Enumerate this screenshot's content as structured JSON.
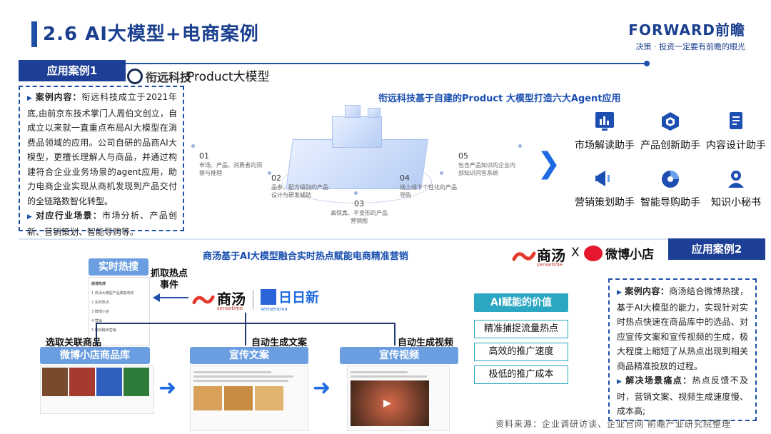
{
  "header": {
    "title": "2.6 AI大模型+电商案例",
    "brand_name": "FORWARD前瞻",
    "brand_slogan": "决策 · 投资一定要有前瞻的眼光"
  },
  "case1": {
    "tag": "应用案例1",
    "company_logo": "衔远科技",
    "product_label": "Product大模型",
    "content_label": "案例内容",
    "content_text": "衔远科技成立于2021年底,由前京东技术掌门人周伯文创立，自成立以来就一直重点布局AI大模型在消费品领域的应用。公司自研的品商AI大模型，更擅长理解人与商品，并通过构建符合企业业务场景的agent应用，助力电商企业实现从商机发现到产品交付的全链路数智化转型。",
    "scene_label": "对应行业场景",
    "scene_text": "市场分析、产品创新、营销策划、智能导购等。",
    "diagram_title": "衔远科技基于自建的Product 大模型打造六大Agent应用",
    "steps": [
      {
        "num": "01",
        "text": "市场、产品、消费者的洞察与推理"
      },
      {
        "num": "02",
        "text": "品参、配方级别的产品设计与研发辅助"
      },
      {
        "num": "03",
        "text": "高保真、不变形的产品营销图"
      },
      {
        "num": "04",
        "text": "线上线下个性化的产品导购"
      },
      {
        "num": "05",
        "text": "包含产品知识的企业内部知识问答系统"
      }
    ],
    "agents": [
      {
        "label": "市场解读助手",
        "icon": "bar-chart-icon"
      },
      {
        "label": "产品创新助手",
        "icon": "cube-icon"
      },
      {
        "label": "内容设计助手",
        "icon": "document-icon"
      },
      {
        "label": "营销策划助手",
        "icon": "megaphone-icon"
      },
      {
        "label": "智能导购助手",
        "icon": "pie-chart-icon"
      },
      {
        "label": "知识小秘书",
        "icon": "person-icon"
      }
    ]
  },
  "case2": {
    "tag": "应用案例2",
    "title": "商汤基于AI大模型融合实时热点赋能电商精准营销",
    "sensetime_logo": "商汤",
    "sensetime_sub": "sensetime",
    "x": "X",
    "weibo_logo": "微博小店",
    "hot_search": "实时热搜",
    "hot_list_title": "微博热搜",
    "hot_list_items": [
      "1 商汤大模型产品赋能电商",
      "2 实时热点",
      "3 微博小店",
      "4 营销",
      "5 电商精准营销"
    ],
    "capture_label": "抓取热点事件",
    "ririxin_logo": "日日新",
    "ririxin_sub": "sensenova",
    "branches": {
      "left_label": "选取关联商品",
      "left_pill": "微博小店商品库",
      "mid_label": "自动生成文案",
      "mid_pill": "宣传文案",
      "right_label": "自动生成视频",
      "right_pill": "宣传视频"
    },
    "value_title": "AI赋能的价值",
    "values": [
      "精准捕捉流量热点",
      "高效的推广速度",
      "极低的推广成本"
    ],
    "content_label": "案例内容",
    "content_text": "商汤结合微博热搜，基于AI大模型的能力，实现针对实时热点快速在商品库中的选品、对应宣传文案和宣传视频的生成，极大程度上缩短了从热点出现到相关商品精准投放的过程。",
    "pain_label": "解决场景痛点",
    "pain_text": "热点反馈不及时，营销文案、视频生成速度慢、成本高;"
  },
  "source": "资料来源：企业调研访谈、企业官网 前瞻产业研究院整理",
  "colors": {
    "primary": "#1e50a8",
    "tag": "#1d3f95",
    "accent": "#2ba7c4"
  }
}
